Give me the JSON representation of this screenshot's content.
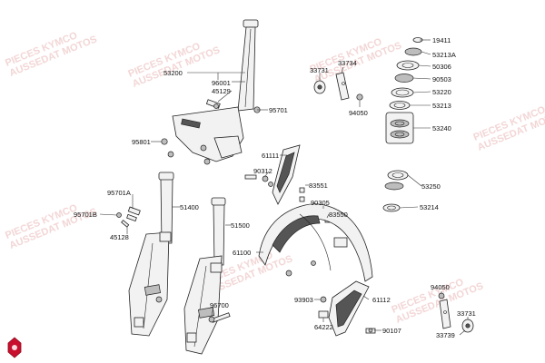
{
  "watermark": {
    "line1": "PIECES KYMCO",
    "line2": "AUSSEDAT MOTOS"
  },
  "callouts": [
    {
      "id": "53200",
      "label": "53200"
    },
    {
      "id": "96001",
      "label": "96001"
    },
    {
      "id": "45129",
      "label": "45129"
    },
    {
      "id": "95701",
      "label": "95701"
    },
    {
      "id": "95801",
      "label": "95801"
    },
    {
      "id": "95701A",
      "label": "95701A"
    },
    {
      "id": "95701B",
      "label": "95701B"
    },
    {
      "id": "45128",
      "label": "45128"
    },
    {
      "id": "51400",
      "label": "51400"
    },
    {
      "id": "51500",
      "label": "51500"
    },
    {
      "id": "96700",
      "label": "96700"
    },
    {
      "id": "33731a",
      "label": "33731"
    },
    {
      "id": "33734",
      "label": "33734"
    },
    {
      "id": "94050a",
      "label": "94050"
    },
    {
      "id": "61111",
      "label": "61111"
    },
    {
      "id": "90312",
      "label": "90312"
    },
    {
      "id": "83551",
      "label": "83551"
    },
    {
      "id": "90305",
      "label": "90305"
    },
    {
      "id": "83550",
      "label": "83550"
    },
    {
      "id": "61100",
      "label": "61100"
    },
    {
      "id": "93903",
      "label": "93903"
    },
    {
      "id": "64222",
      "label": "64222"
    },
    {
      "id": "61112",
      "label": "61112"
    },
    {
      "id": "90107",
      "label": "90107"
    },
    {
      "id": "19411",
      "label": "19411"
    },
    {
      "id": "53213A",
      "label": "53213A"
    },
    {
      "id": "50306",
      "label": "50306"
    },
    {
      "id": "90503",
      "label": "90503"
    },
    {
      "id": "53220",
      "label": "53220"
    },
    {
      "id": "53213",
      "label": "53213"
    },
    {
      "id": "53240",
      "label": "53240"
    },
    {
      "id": "53250",
      "label": "53250"
    },
    {
      "id": "53214",
      "label": "53214"
    },
    {
      "id": "94050b",
      "label": "94050"
    },
    {
      "id": "33731b",
      "label": "33731"
    },
    {
      "id": "33739",
      "label": "33739"
    }
  ],
  "colors": {
    "logo_red": "#c8102e",
    "watermark": "#f3d6d6"
  }
}
